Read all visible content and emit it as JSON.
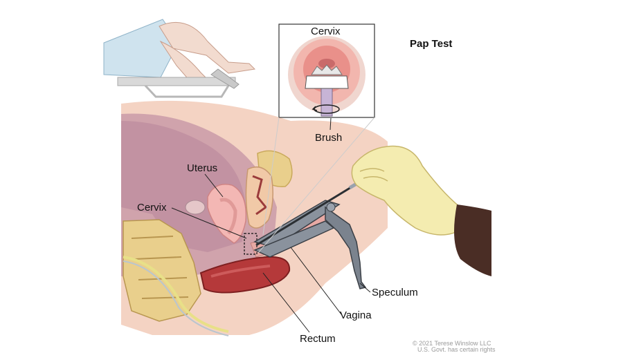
{
  "title": "Pap Test",
  "inset": {
    "label": "Cervix"
  },
  "labels": {
    "brush": "Brush",
    "uterus": "Uterus",
    "cervix": "Cervix",
    "speculum": "Speculum",
    "vagina": "Vagina",
    "rectum": "Rectum"
  },
  "credit": {
    "line1": "© 2021 Terese Winslow LLC",
    "line2": "U.S. Govt. has certain rights"
  },
  "colors": {
    "skin": "#f4d3c3",
    "tissue": "#e7a9a4",
    "uterus": "#f3b7b4",
    "rectum": "#b5393a",
    "bone": "#e9cf8c",
    "glove": "#f4ecb0",
    "arm": "#4a2d25",
    "metal": "#6e7682",
    "gown": "#cfe3ee"
  }
}
